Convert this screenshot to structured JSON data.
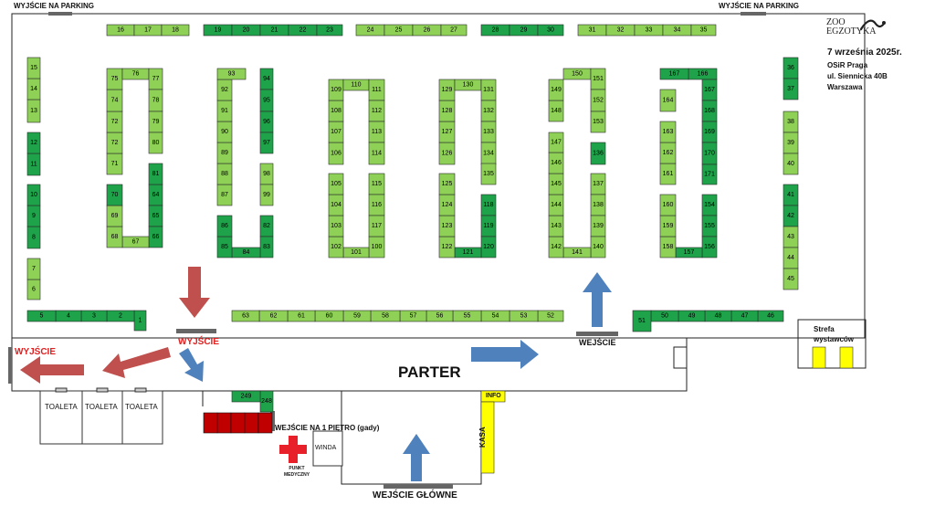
{
  "event": {
    "logo_text": "ZOO EGZOTYKA",
    "date": "7 września 2025r.",
    "venue": "OSiR Praga",
    "address": "ul. Siennicka 40B",
    "city": "Warszawa"
  },
  "labels": {
    "parking_exit_left": "WYJŚCIE NA PARKING",
    "parking_exit_right": "WYJŚCIE NA PARKING",
    "exit_center": "WYJŚCIE",
    "exit_left": "WYJŚCIE",
    "entrance": "WEJŚCIE",
    "parter": "PARTER",
    "main_entrance": "WEJŚCIE GŁÓWNE",
    "first_floor": "WEJŚCIE NA 1 PIĘTRO (gady)",
    "exhibitors_zone_line1": "Strefa",
    "exhibitors_zone_line2": "wystawców",
    "info": "INFO",
    "kasa": "KASA",
    "winda": "WINDA",
    "first_aid_line1": "PUNKT",
    "first_aid_line2": "MEDYCZNY",
    "toilets": [
      "TOALETA",
      "TOALETA",
      "TOALETA"
    ]
  },
  "colors": {
    "stall_dark": "#1ea34a",
    "stall_light": "#8fd157",
    "arrow_red": "#c0504d",
    "arrow_blue": "#4f81bd",
    "red_text": "#e02020",
    "yellow": "#ffff00",
    "cross_red": "#e8202a",
    "red_block": "#c00000"
  },
  "stalls": [
    "1",
    "2",
    "3",
    "4",
    "5",
    "6",
    "7",
    "8",
    "9",
    "10",
    "11",
    "12",
    "13",
    "14",
    "15",
    "16",
    "17",
    "18",
    "19",
    "20",
    "21",
    "22",
    "23",
    "24",
    "25",
    "26",
    "27",
    "28",
    "29",
    "30",
    "31",
    "32",
    "33",
    "34",
    "35",
    "36",
    "37",
    "38",
    "39",
    "40",
    "41",
    "42",
    "43",
    "44",
    "45",
    "46",
    "47",
    "48",
    "49",
    "50",
    "51",
    "52",
    "53",
    "54",
    "55",
    "56",
    "57",
    "58",
    "59",
    "60",
    "61",
    "62",
    "63",
    "64",
    "65",
    "66",
    "67",
    "68",
    "69",
    "70",
    "71",
    "72",
    "72",
    "74",
    "75",
    "76",
    "77",
    "78",
    "79",
    "80",
    "81",
    "82",
    "83",
    "84",
    "85",
    "86",
    "87",
    "88",
    "89",
    "90",
    "91",
    "92",
    "93",
    "94",
    "95",
    "96",
    "97",
    "98",
    "99",
    "100",
    "101",
    "102",
    "103",
    "104",
    "105",
    "106",
    "107",
    "108",
    "109",
    "110",
    "111",
    "112",
    "113",
    "114",
    "115",
    "116",
    "117",
    "118",
    "119",
    "120",
    "121",
    "122",
    "123",
    "124",
    "125",
    "126",
    "127",
    "128",
    "129",
    "130",
    "131",
    "132",
    "133",
    "134",
    "135",
    "136",
    "137",
    "138",
    "139",
    "140",
    "141",
    "142",
    "143",
    "144",
    "145",
    "146",
    "147",
    "148",
    "149",
    "150",
    "151",
    "152",
    "153",
    "154",
    "155",
    "156",
    "157",
    "158",
    "159",
    "160",
    "161",
    "162",
    "163",
    "164",
    "166",
    "167",
    "167",
    "168",
    "169",
    "170",
    "171",
    "248",
    "249"
  ]
}
